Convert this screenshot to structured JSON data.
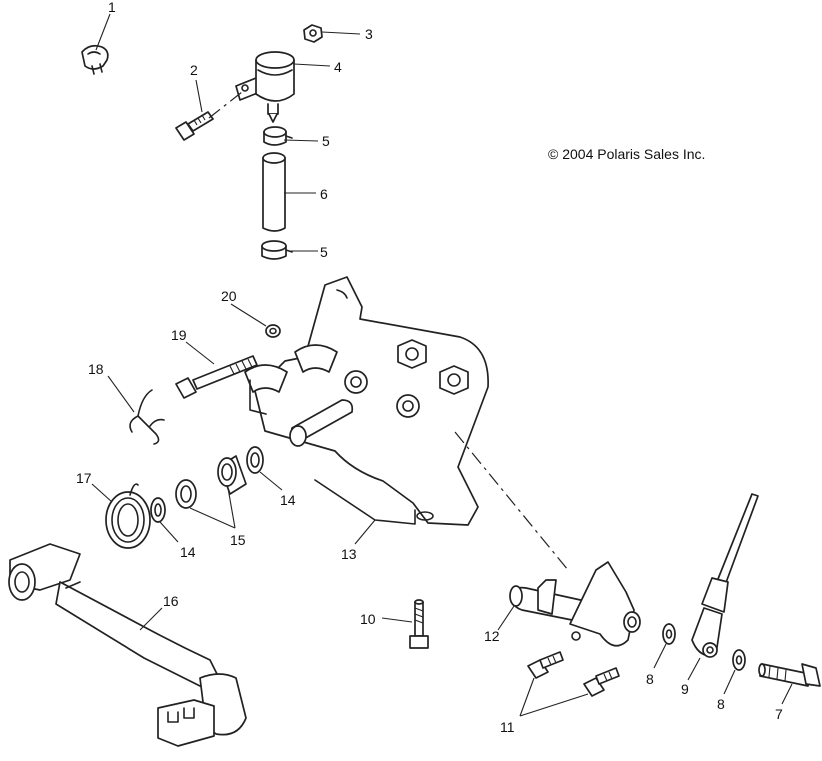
{
  "copyright": "© 2004 Polaris Sales Inc.",
  "callouts": [
    {
      "id": "c1",
      "label": "1"
    },
    {
      "id": "c2",
      "label": "2"
    },
    {
      "id": "c3",
      "label": "3"
    },
    {
      "id": "c4",
      "label": "4"
    },
    {
      "id": "c5a",
      "label": "5"
    },
    {
      "id": "c5b",
      "label": "5"
    },
    {
      "id": "c6",
      "label": "6"
    },
    {
      "id": "c7",
      "label": "7"
    },
    {
      "id": "c8a",
      "label": "8"
    },
    {
      "id": "c8b",
      "label": "8"
    },
    {
      "id": "c9",
      "label": "9"
    },
    {
      "id": "c10",
      "label": "10"
    },
    {
      "id": "c11",
      "label": "11"
    },
    {
      "id": "c12",
      "label": "12"
    },
    {
      "id": "c13",
      "label": "13"
    },
    {
      "id": "c14a",
      "label": "14"
    },
    {
      "id": "c14b",
      "label": "14"
    },
    {
      "id": "c15",
      "label": "15"
    },
    {
      "id": "c16",
      "label": "16"
    },
    {
      "id": "c17",
      "label": "17"
    },
    {
      "id": "c18",
      "label": "18"
    },
    {
      "id": "c19",
      "label": "19"
    },
    {
      "id": "c20",
      "label": "20"
    }
  ]
}
